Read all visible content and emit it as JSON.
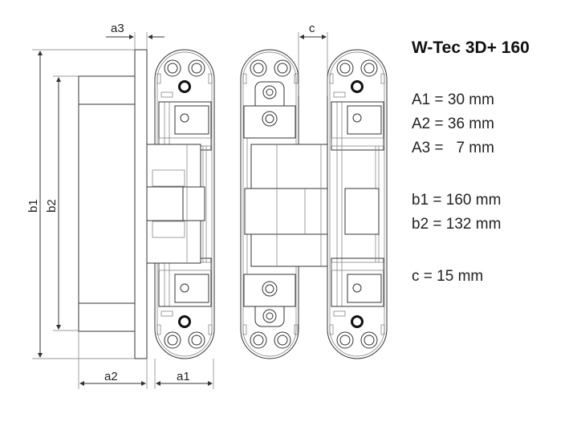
{
  "product": {
    "title": "W-Tec 3D+ 160",
    "specs_group1": [
      "A1 = 30 mm",
      "A2 = 36 mm",
      "A3 =   7 mm"
    ],
    "specs_group2": [
      "b1 = 160 mm",
      "b2 = 132 mm"
    ],
    "specs_group3": [
      "c = 15 mm"
    ]
  },
  "dimension_labels": {
    "a1": "a1",
    "a2": "a2",
    "a3": "a3",
    "b1": "b1",
    "b2": "b2",
    "c": "c"
  },
  "colors": {
    "line": "#333333",
    "background": "#ffffff"
  }
}
